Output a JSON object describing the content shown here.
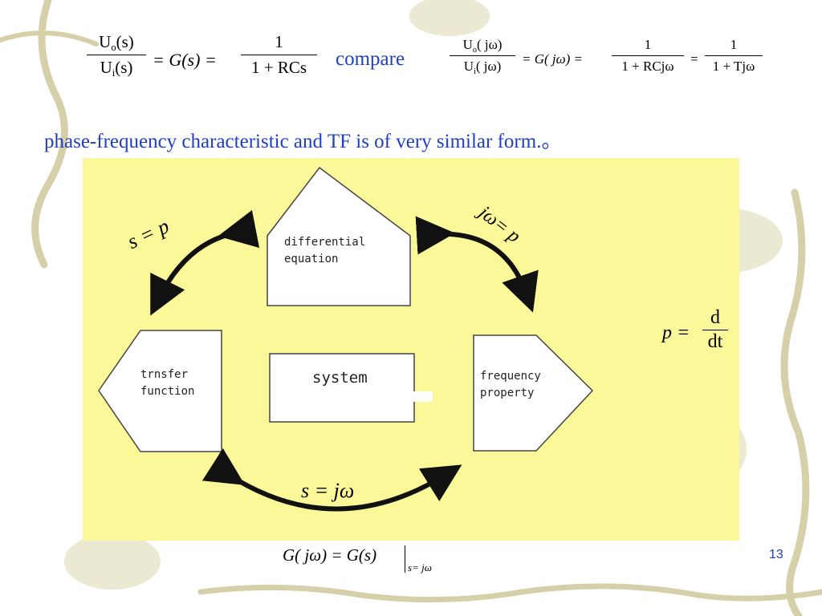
{
  "equations": {
    "left": {
      "lhs_num": "U",
      "lhs_num_sub": "o",
      "lhs_num_arg": "(s)",
      "lhs_den": "U",
      "lhs_den_sub": "i",
      "lhs_den_arg": "(s)",
      "eq1": "= G(s) =",
      "rhs_num": "1",
      "rhs_den": "1 + RCs"
    },
    "compare": "compare",
    "right": {
      "lhs_num": "U",
      "lhs_num_sub": "o",
      "lhs_num_arg": "( jω)",
      "lhs_den": "U",
      "lhs_den_sub": "i",
      "lhs_den_arg": "( jω)",
      "eq1": "= G( jω) =",
      "mid_num": "1",
      "mid_den": "1 + RCjω",
      "eq2": "=",
      "rhs_num": "1",
      "rhs_den": "1 + Tjω"
    }
  },
  "statement": "phase-frequency characteristic and TF is of very similar form.。",
  "diagram": {
    "top_box_line1": "differential",
    "top_box_line2": "equation",
    "left_box_line1": "trnsfer",
    "left_box_line2": "function",
    "center_box": "system",
    "right_box_line1": "frequency",
    "right_box_line2": "property",
    "arrow_top_left": "s = p",
    "arrow_top_right": "jω= p",
    "arrow_bottom": "s = jω",
    "operator_lhs": "p =",
    "operator_num": "d",
    "operator_den": "dt"
  },
  "footer_equation": {
    "lhs": "G( jω) = G(s)",
    "sub": "s= jω"
  },
  "page_number": "13",
  "colors": {
    "panel": "#fbf89a",
    "text_blue": "#1f3fbf",
    "vine": "#c9c39a"
  }
}
